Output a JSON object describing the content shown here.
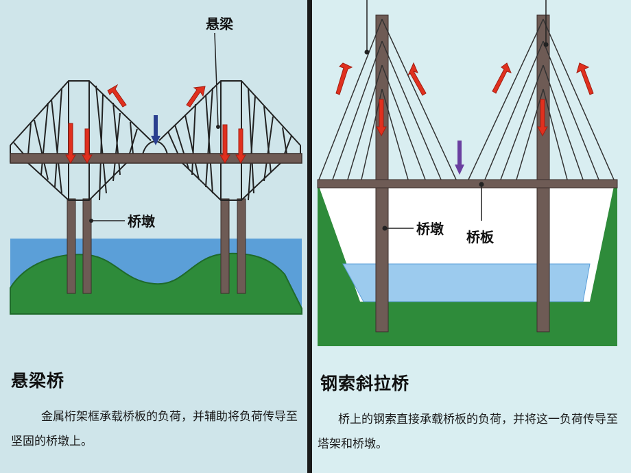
{
  "left_panel": {
    "title": "悬梁桥",
    "description": "金属桁架框承载桥板的负荷，并辅助将负荷传导至坚固的桥墩上。",
    "labels": {
      "beam": "悬梁",
      "pier": "桥墩"
    }
  },
  "right_panel": {
    "title": "钢索斜拉桥",
    "description": "桥上的钢索直接承载桥板的负荷，并将这一负荷传导至塔架和桥墩。",
    "labels": {
      "pier": "桥墩",
      "deck": "桥板"
    }
  },
  "colors": {
    "water": "#5b9fd8",
    "land": "#2e8b3a",
    "pier": "#6e5b55",
    "force_arrow": "#e0301e",
    "load_arrow": "#6a3fa0"
  }
}
